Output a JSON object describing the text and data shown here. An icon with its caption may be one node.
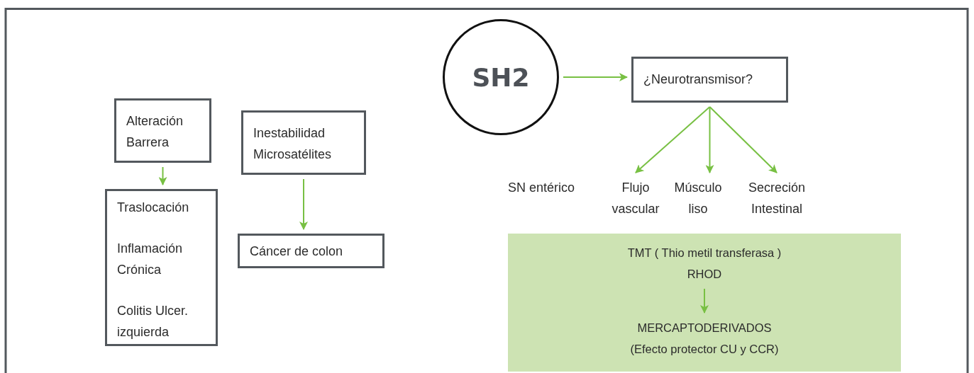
{
  "diagram": {
    "nodes": [
      {
        "text": [
          "Alteración Barrera"
        ]
      },
      {
        "text": [
          "Traslocación",
          "Inflamación Crónica",
          "Colitis Ulcer. izquierda"
        ]
      },
      {
        "text": [
          "Inestabilidad Microsatélites"
        ]
      },
      {
        "text": [
          "Cáncer de colon"
        ]
      },
      {
        "text": [
          "SH2"
        ]
      },
      {
        "text": [
          "¿Neurotransmisor?"
        ]
      },
      {
        "text": [
          "Flujo vascular"
        ]
      },
      {
        "text": [
          "Músculo liso"
        ]
      },
      {
        "text": [
          "Secreción Intestinal"
        ]
      },
      {
        "text": [],
        "shape": "box"
      },
      {
        "text": [
          "TMT ( Thio metil transferasa )",
          "RHOD"
        ],
        "in": 9
      },
      {
        "text": [
          "MERCAPTODERIVADOS",
          "(Efecto protector CU y CCR)"
        ],
        "in": 9
      }
    ],
    "edges": [
      {
        "from": 0,
        "to": 1,
        "arrow": "to"
      },
      {
        "from": 2,
        "to": 3,
        "arrow": "to"
      },
      {
        "from": 4,
        "to": 5,
        "arrow": "to"
      },
      {
        "from": 5,
        "to": 6,
        "arrow": "to"
      },
      {
        "from": 5,
        "to": 7,
        "arrow": "to"
      },
      {
        "from": 5,
        "to": 8,
        "arrow": "to"
      },
      {
        "from": 10,
        "to": 11,
        "arrow": "to"
      }
    ],
    "labels": [
      "SN entérico"
    ]
  }
}
